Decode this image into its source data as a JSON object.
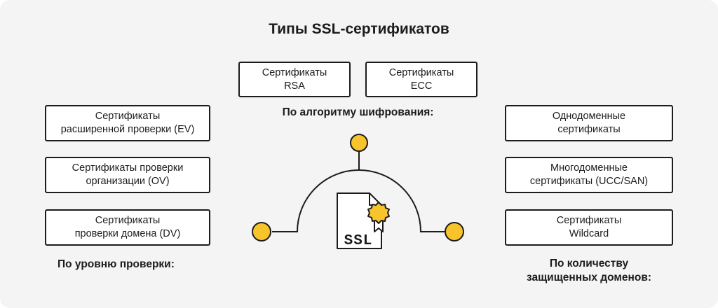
{
  "title": "Типы SSL-сертификатов",
  "algorithm": {
    "heading": "По алгоритму шифрования:",
    "items": [
      "Сертификаты\nRSA",
      "Сертификаты\nECC"
    ]
  },
  "validation": {
    "heading": "По уровню проверки:",
    "items": [
      "Сертификаты\nрасширенной проверки (EV)",
      "Сертификаты проверки\nорганизации (OV)",
      "Сертификаты\nпроверки домена (DV)"
    ]
  },
  "domains": {
    "heading": "По количеству\nзащищенных доменов:",
    "items": [
      "Однодоменные\nсертификаты",
      "Многодоменные\nсертификаты (UCC/SAN)",
      "Сертификаты\nWildcard"
    ]
  },
  "center_icon": {
    "name": "ssl-certificate-icon",
    "label": "SSL"
  },
  "colors": {
    "accent": "#f7c52b",
    "stroke": "#1c1c1c",
    "background": "#f4f4f5"
  }
}
